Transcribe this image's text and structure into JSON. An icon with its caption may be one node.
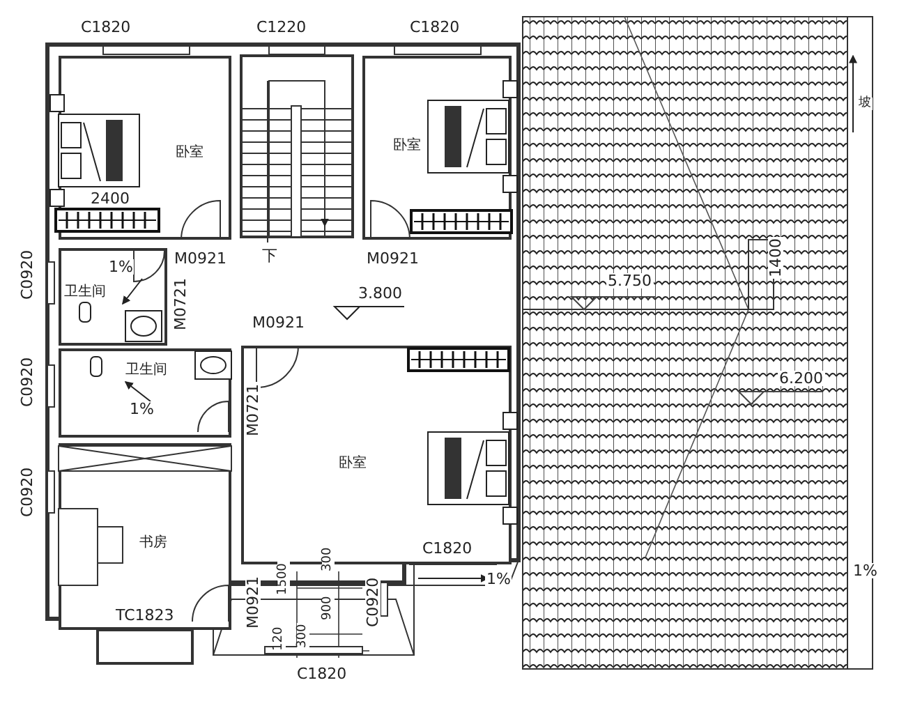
{
  "diagram": {
    "nodes": [
      {
        "text": [
          "卧室"
        ]
      },
      {
        "text": [
          "卧室"
        ]
      },
      {
        "text": [
          "卫生间"
        ]
      },
      {
        "text": [
          "卫生间"
        ]
      },
      {
        "text": [
          "卧室"
        ]
      },
      {
        "text": [
          "书房"
        ]
      }
    ],
    "labels": [
      "C1820",
      "C1220",
      "C1820",
      "2400",
      "C0920",
      "M0921",
      "下",
      "M0921",
      "1%",
      "M0721",
      "3.800",
      "M0921",
      "5.750",
      "1400",
      "6.200",
      "C0920",
      "1%",
      "M0721",
      "C0920",
      "C1820",
      "1%",
      "1%",
      "TC1823",
      "M0921",
      "1500",
      "300",
      "900",
      "120",
      "300",
      "C0920",
      "C1820",
      "坡"
    ]
  }
}
